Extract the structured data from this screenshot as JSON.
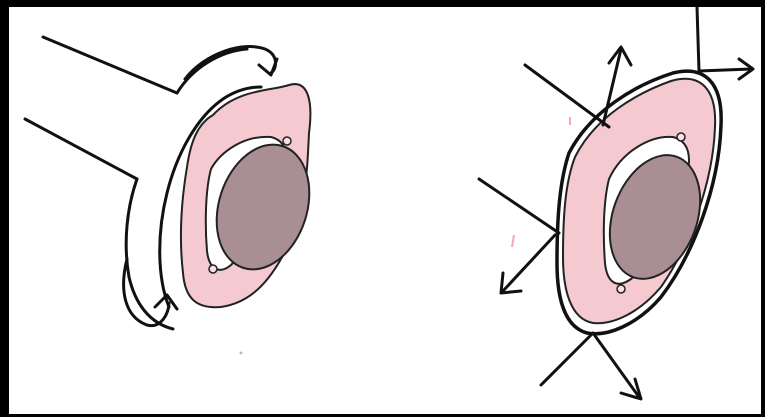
{
  "colors": {
    "background": "#000000",
    "canvas": "#ffffff",
    "ink": "#111111",
    "pink": "#f4c9cf",
    "pink_light": "#f9e1e4",
    "mauve": "#a98f94",
    "mauve_dark": "#8f757a"
  },
  "figures": [
    {
      "name": "left-rotation-sketch",
      "motion": "rotation"
    },
    {
      "name": "right-expansion-sketch",
      "motion": "radial-expansion"
    }
  ]
}
